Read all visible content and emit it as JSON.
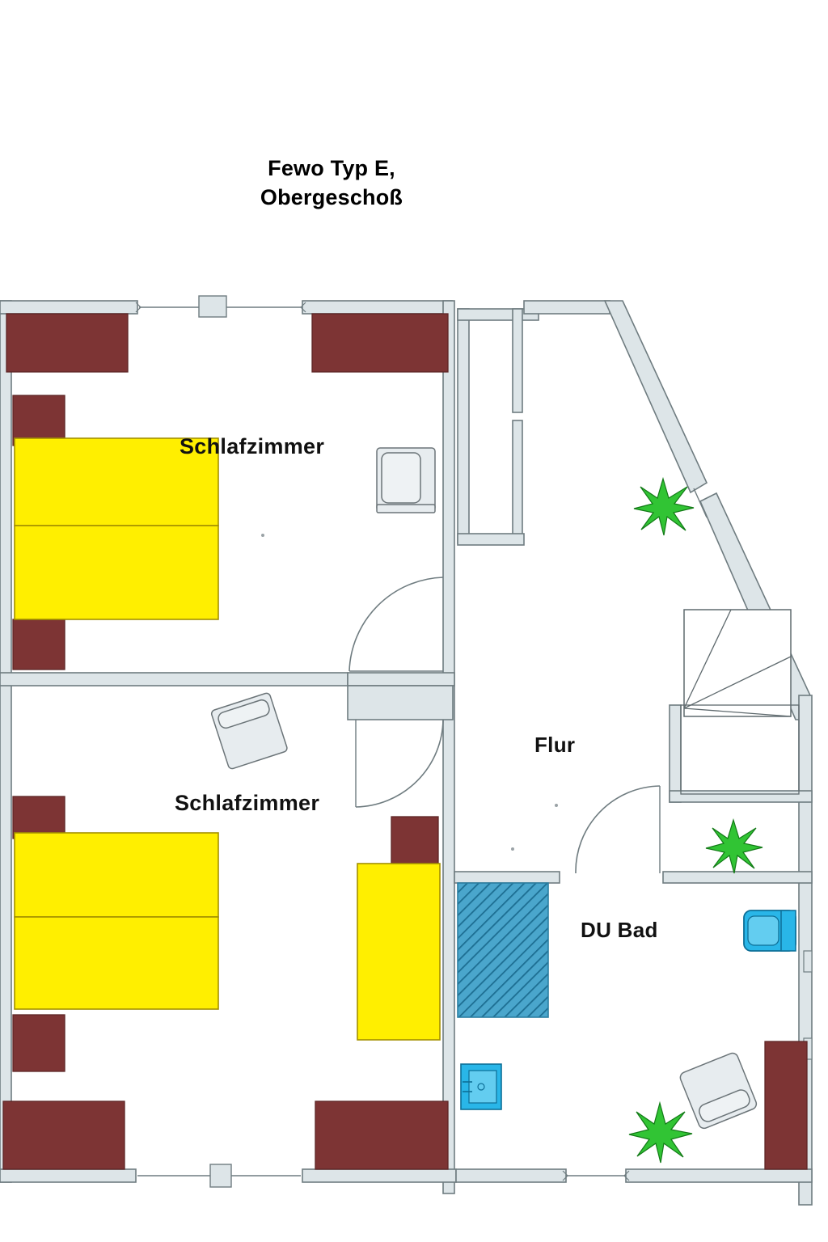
{
  "document": {
    "kind": "floor-plan",
    "title_line_1": "Fewo Typ E,",
    "title_line_2": "Obergeschoß"
  },
  "rooms": [
    {
      "id": "bedroom-upper",
      "label": "Schlafzimmer"
    },
    {
      "id": "bedroom-lower",
      "label": "Schlafzimmer"
    },
    {
      "id": "hallway",
      "label": "Flur"
    },
    {
      "id": "bathroom",
      "label": "DU Bad"
    }
  ],
  "colors": {
    "wall_fill": "#dde5e8",
    "wall_stroke": "#6f7c80",
    "bed_fill": "#ffef00",
    "bed_stroke": "#a39000",
    "cabinet_fill": "#7d3434",
    "cabinet_stroke": "#5d2626",
    "shower_fill": "#4aa6cc",
    "shower_stroke": "#2b7ea1",
    "fixture_fill": "#29b6e8",
    "fixture_stroke": "#0d6f97",
    "plant_fill": "#31c434",
    "plant_stroke": "#127a16",
    "furniture_fill": "#e7ecef",
    "furniture_stroke": "#6b7478",
    "text": "#111111",
    "background": "#ffffff"
  },
  "furniture": {
    "beds": [
      {
        "name": "double-bed-upper-half-1"
      },
      {
        "name": "double-bed-upper-half-2"
      },
      {
        "name": "double-bed-lower-half-1"
      },
      {
        "name": "double-bed-lower-half-2"
      },
      {
        "name": "single-bed-center"
      }
    ],
    "cabinets": [
      {
        "name": "wardrobe-top-left"
      },
      {
        "name": "wardrobe-top-center"
      },
      {
        "name": "nightstand-upper-left-top"
      },
      {
        "name": "nightstand-upper-left-bottom"
      },
      {
        "name": "nightstand-lower-left-top"
      },
      {
        "name": "nightstand-lower-left-bottom"
      },
      {
        "name": "headboard-single-bed"
      },
      {
        "name": "wardrobe-bottom-left"
      },
      {
        "name": "wardrobe-bottom-center"
      },
      {
        "name": "wardrobe-bottom-right"
      }
    ],
    "seating": [
      {
        "name": "armchair-upper-bedroom"
      },
      {
        "name": "armchair-lower-bedroom"
      },
      {
        "name": "armchair-hallway"
      }
    ],
    "plants": [
      {
        "name": "plant-hall-upper"
      },
      {
        "name": "plant-hall-middle"
      },
      {
        "name": "plant-hall-lower"
      }
    ],
    "sanitary": [
      {
        "name": "shower-tray"
      },
      {
        "name": "washbasin"
      },
      {
        "name": "toilet"
      }
    ],
    "circulation": [
      {
        "name": "staircase"
      }
    ]
  },
  "openings": {
    "windows": [
      {
        "name": "window-top-left"
      },
      {
        "name": "window-top-center"
      },
      {
        "name": "window-diagonal-right"
      },
      {
        "name": "window-bottom-left"
      },
      {
        "name": "window-bottom-center"
      }
    ],
    "doors": [
      {
        "name": "door-bedroom-upper"
      },
      {
        "name": "door-bedroom-lower"
      },
      {
        "name": "door-bathroom"
      }
    ]
  }
}
